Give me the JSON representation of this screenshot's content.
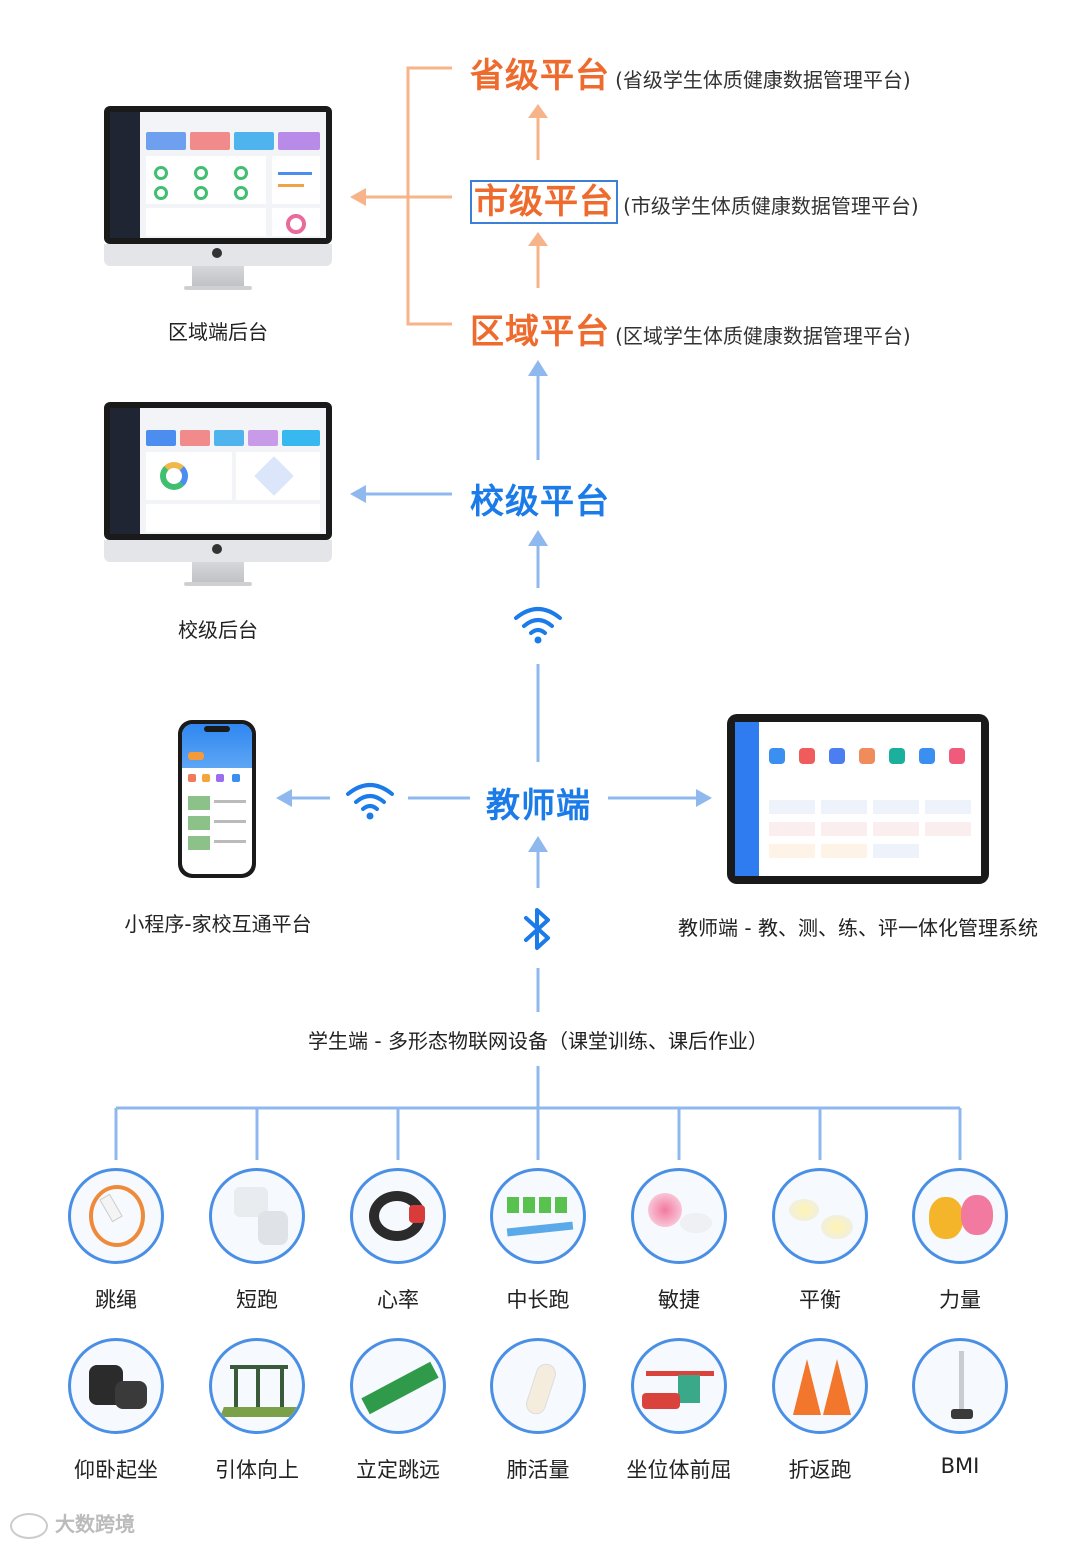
{
  "platforms": {
    "provincial": {
      "title": "省级平台",
      "sub": "(省级学生体质健康数据管理平台)"
    },
    "city": {
      "title": "市级平台",
      "sub": "(市级学生体质健康数据管理平台)"
    },
    "regional": {
      "title": "区域平台",
      "sub": "(区域学生体质健康数据管理平台)"
    },
    "school": {
      "title": "校级平台"
    },
    "teacher": {
      "title": "教师端"
    }
  },
  "captions": {
    "regional_backend": "区域端后台",
    "school_backend": "校级后台",
    "mini_program": "小程序-家校互通平台",
    "teacher_system": "教师端 - 教、测、练、评一体化管理系统",
    "student_devices": "学生端 - 多形态物联网设备（课堂训练、课后作业）"
  },
  "devices_row1": [
    "跳绳",
    "短跑",
    "心率",
    "中长跑",
    "敏捷",
    "平衡",
    "力量"
  ],
  "devices_row2": [
    "仰卧起坐",
    "引体向上",
    "立定跳远",
    "肺活量",
    "坐位体前屈",
    "折返跑",
    "BMI"
  ],
  "watermark": "大数跨境",
  "colors": {
    "orange": "#ee6a2d",
    "orange_line": "#f7b48a",
    "blue": "#1b7be8",
    "blue_line": "#8fb8ef"
  }
}
